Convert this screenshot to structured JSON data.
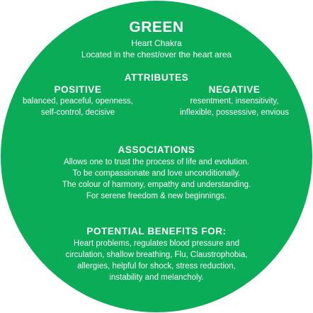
{
  "header": {
    "title": "GREEN",
    "subtitle": "Heart Chakra",
    "location": "Located in the chest/over the heart area"
  },
  "attributes": {
    "heading": "ATTRIBUTES",
    "positive": {
      "heading": "POSITIVE",
      "lines": [
        "balanced, peaceful, openness,",
        "self-control, decisive"
      ]
    },
    "negative": {
      "heading": "NEGATIVE",
      "lines": [
        "resentment, insensitivity,",
        "inflexible, possessive, envious"
      ]
    }
  },
  "associations": {
    "heading": "ASSOCIATIONS",
    "lines": [
      "Allows one to trust the process of life and evolution.",
      "To be compassionate and love unconditionally.",
      "The colour of harmony, empathy and understanding.",
      "For serene freedom & new beginnings."
    ]
  },
  "benefits": {
    "heading": "POTENTIAL BENEFITS FOR:",
    "lines": [
      "Heart problems, regulates blood pressure and",
      "circulation, shallow breathing, Flu, Claustrophobia,",
      "allergies, helpful for shock, stress reduction,",
      "instability and melancholy."
    ]
  },
  "colors": {
    "disc": "#0bac57",
    "text": "#ffffff",
    "background": "#ffffff"
  }
}
